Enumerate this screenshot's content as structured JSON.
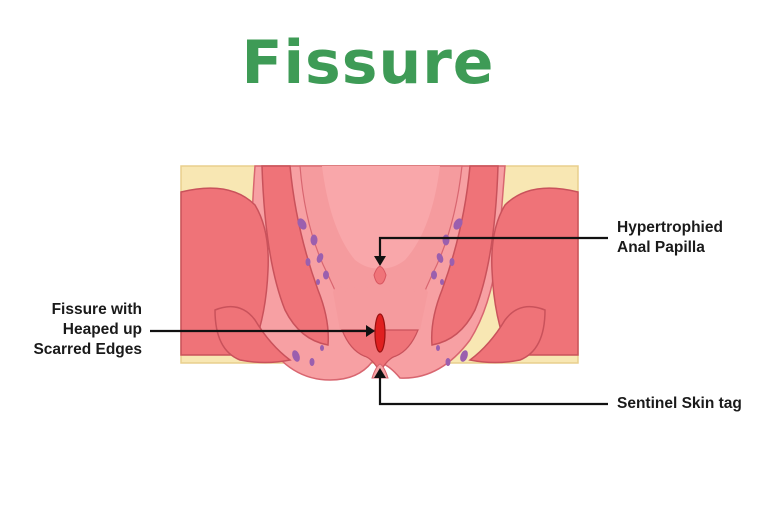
{
  "title": "Fissure",
  "labels": {
    "papilla": [
      "Hypertrophied",
      "Anal Papilla"
    ],
    "fissure": [
      "Fissure with",
      "Heaped up",
      "Scarred Edges"
    ],
    "skin_tag": [
      "Sentinel Skin tag"
    ]
  },
  "colors": {
    "title": "#3e9b56",
    "fat": "#f8e7b3",
    "muscle": "#ef7378",
    "muscle_light": "#f7a0a3",
    "mucosa": "#fbb6b6",
    "fissure": "#e02020",
    "glands": "#9b5fae"
  }
}
